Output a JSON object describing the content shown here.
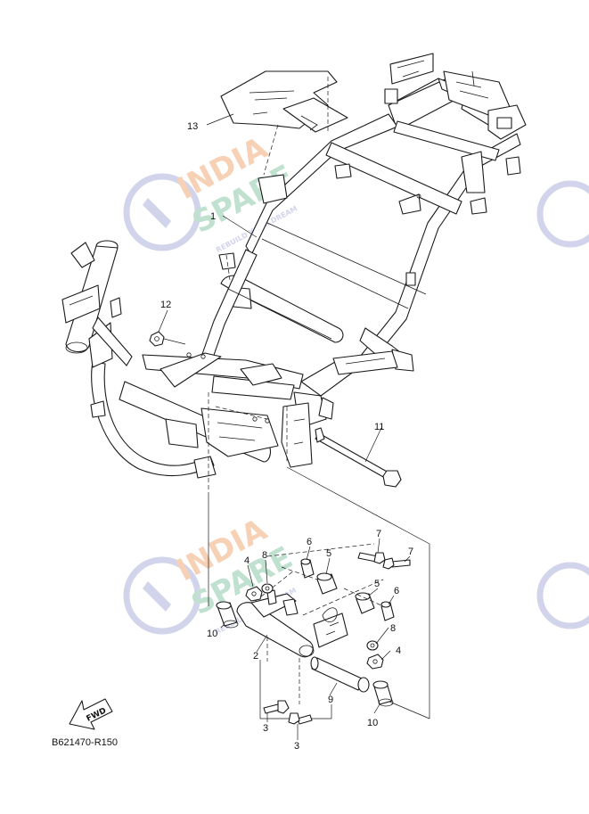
{
  "diagram": {
    "code": "B621470-R150",
    "fwd_label": "FWD",
    "callouts": [
      "1",
      "2",
      "3",
      "3",
      "4",
      "4",
      "5",
      "5",
      "6",
      "6",
      "7",
      "7",
      "8",
      "8",
      "9",
      "10",
      "10",
      "11",
      "12",
      "13"
    ]
  },
  "watermark": {
    "line1": "INDIA",
    "line2": "SPARE",
    "tagline": "REBUILD YOUR DREAM",
    "colors": {
      "orange": "#f6c9a8",
      "green": "#b5dcc8",
      "blue": "#c9cde8"
    }
  }
}
